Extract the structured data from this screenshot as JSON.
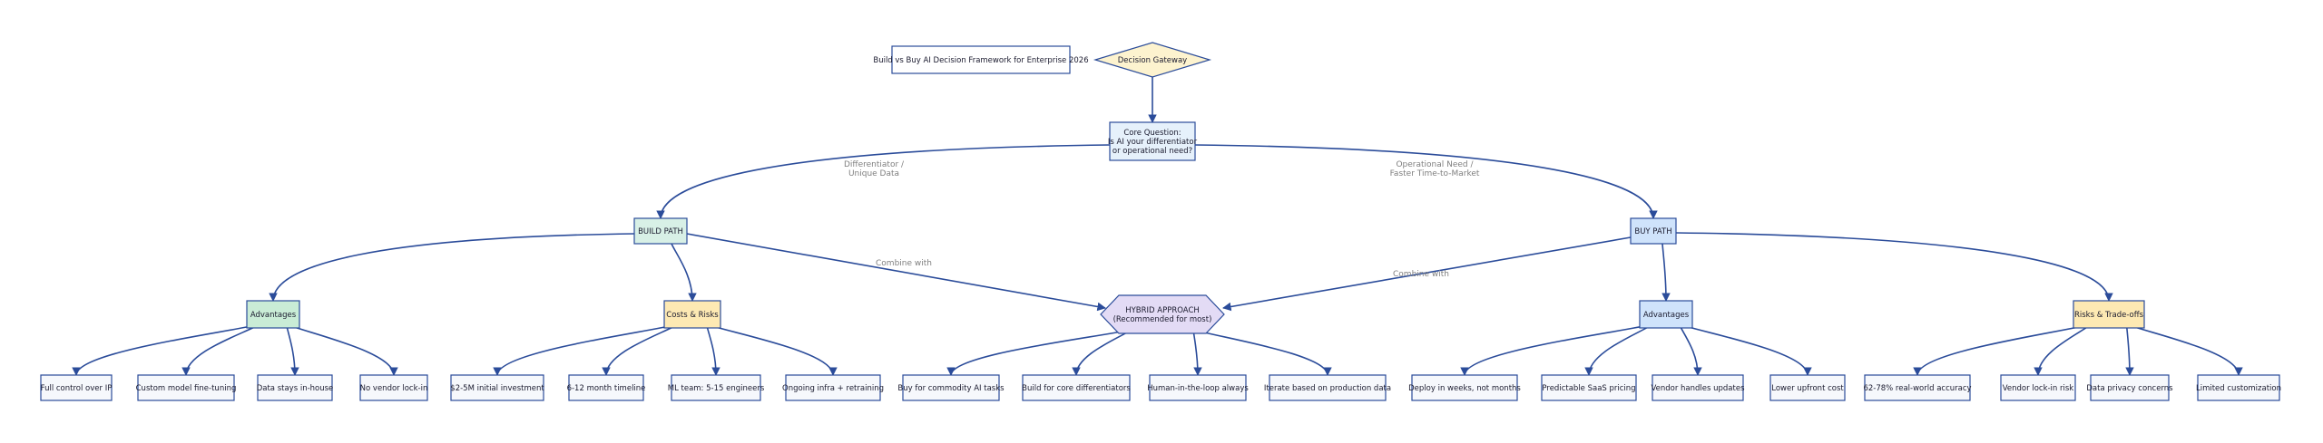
{
  "colors": {
    "edge": "#2b4c9a",
    "node_border": "#2b4c9a",
    "white_fill": "#ffffff",
    "leaf_fill": "#f6f8fc",
    "core_fill": "#e6f1fb",
    "build_fill": "#d8f0e6",
    "buy_fill": "#cfe3fb",
    "advantages_build_fill": "#c9ecd6",
    "advantages_buy_fill": "#cfe3fb",
    "risk_fill": "#fde9b3",
    "hybrid_fill": "#e3dbf5",
    "gateway_fill": "#fdf3cf",
    "edge_label": "#7f7f7f"
  },
  "nodes": {
    "title": {
      "text": "Build vs Buy AI Decision Framework for Enterprise 2026"
    },
    "gateway": {
      "text": "Decision Gateway"
    },
    "core": {
      "text": "Core Question:\nIs AI your differentiator\nor operational need?"
    },
    "build": {
      "text": "BUILD PATH"
    },
    "buy": {
      "text": "BUY PATH"
    },
    "build_adv": {
      "text": "Advantages"
    },
    "build_costs": {
      "text": "Costs & Risks"
    },
    "hybrid": {
      "text": "HYBRID APPROACH\n(Recommended for most)"
    },
    "buy_adv": {
      "text": "Advantages"
    },
    "buy_risks": {
      "text": "Risks & Trade-offs"
    },
    "l1": {
      "text": "Full control over IP"
    },
    "l2": {
      "text": "Custom model fine-tuning"
    },
    "l3": {
      "text": "Data stays in-house"
    },
    "l4": {
      "text": "No vendor lock-in"
    },
    "l5": {
      "text": "$2-5M initial investment"
    },
    "l6": {
      "text": "6-12 month timeline"
    },
    "l7": {
      "text": "ML team: 5-15 engineers"
    },
    "l8": {
      "text": "Ongoing infra + retraining"
    },
    "l9": {
      "text": "Buy for commodity AI tasks"
    },
    "l10": {
      "text": "Build for core differentiators"
    },
    "l11": {
      "text": "Human-in-the-loop always"
    },
    "l12": {
      "text": "Iterate based on production data"
    },
    "l13": {
      "text": "Deploy in weeks, not months"
    },
    "l14": {
      "text": "Predictable SaaS pricing"
    },
    "l15": {
      "text": "Vendor handles updates"
    },
    "l16": {
      "text": "Lower upfront cost"
    },
    "l17": {
      "text": "62-78% real-world accuracy"
    },
    "l18": {
      "text": "Vendor lock-in risk"
    },
    "l19": {
      "text": "Data privacy concerns"
    },
    "l20": {
      "text": "Limited customization"
    }
  },
  "edge_labels": {
    "core_build": "Differentiator /\nUnique Data",
    "core_buy": "Operational Need /\nFaster Time-to-Market",
    "build_hybrid": "Combine with",
    "buy_hybrid": "Combine with"
  }
}
